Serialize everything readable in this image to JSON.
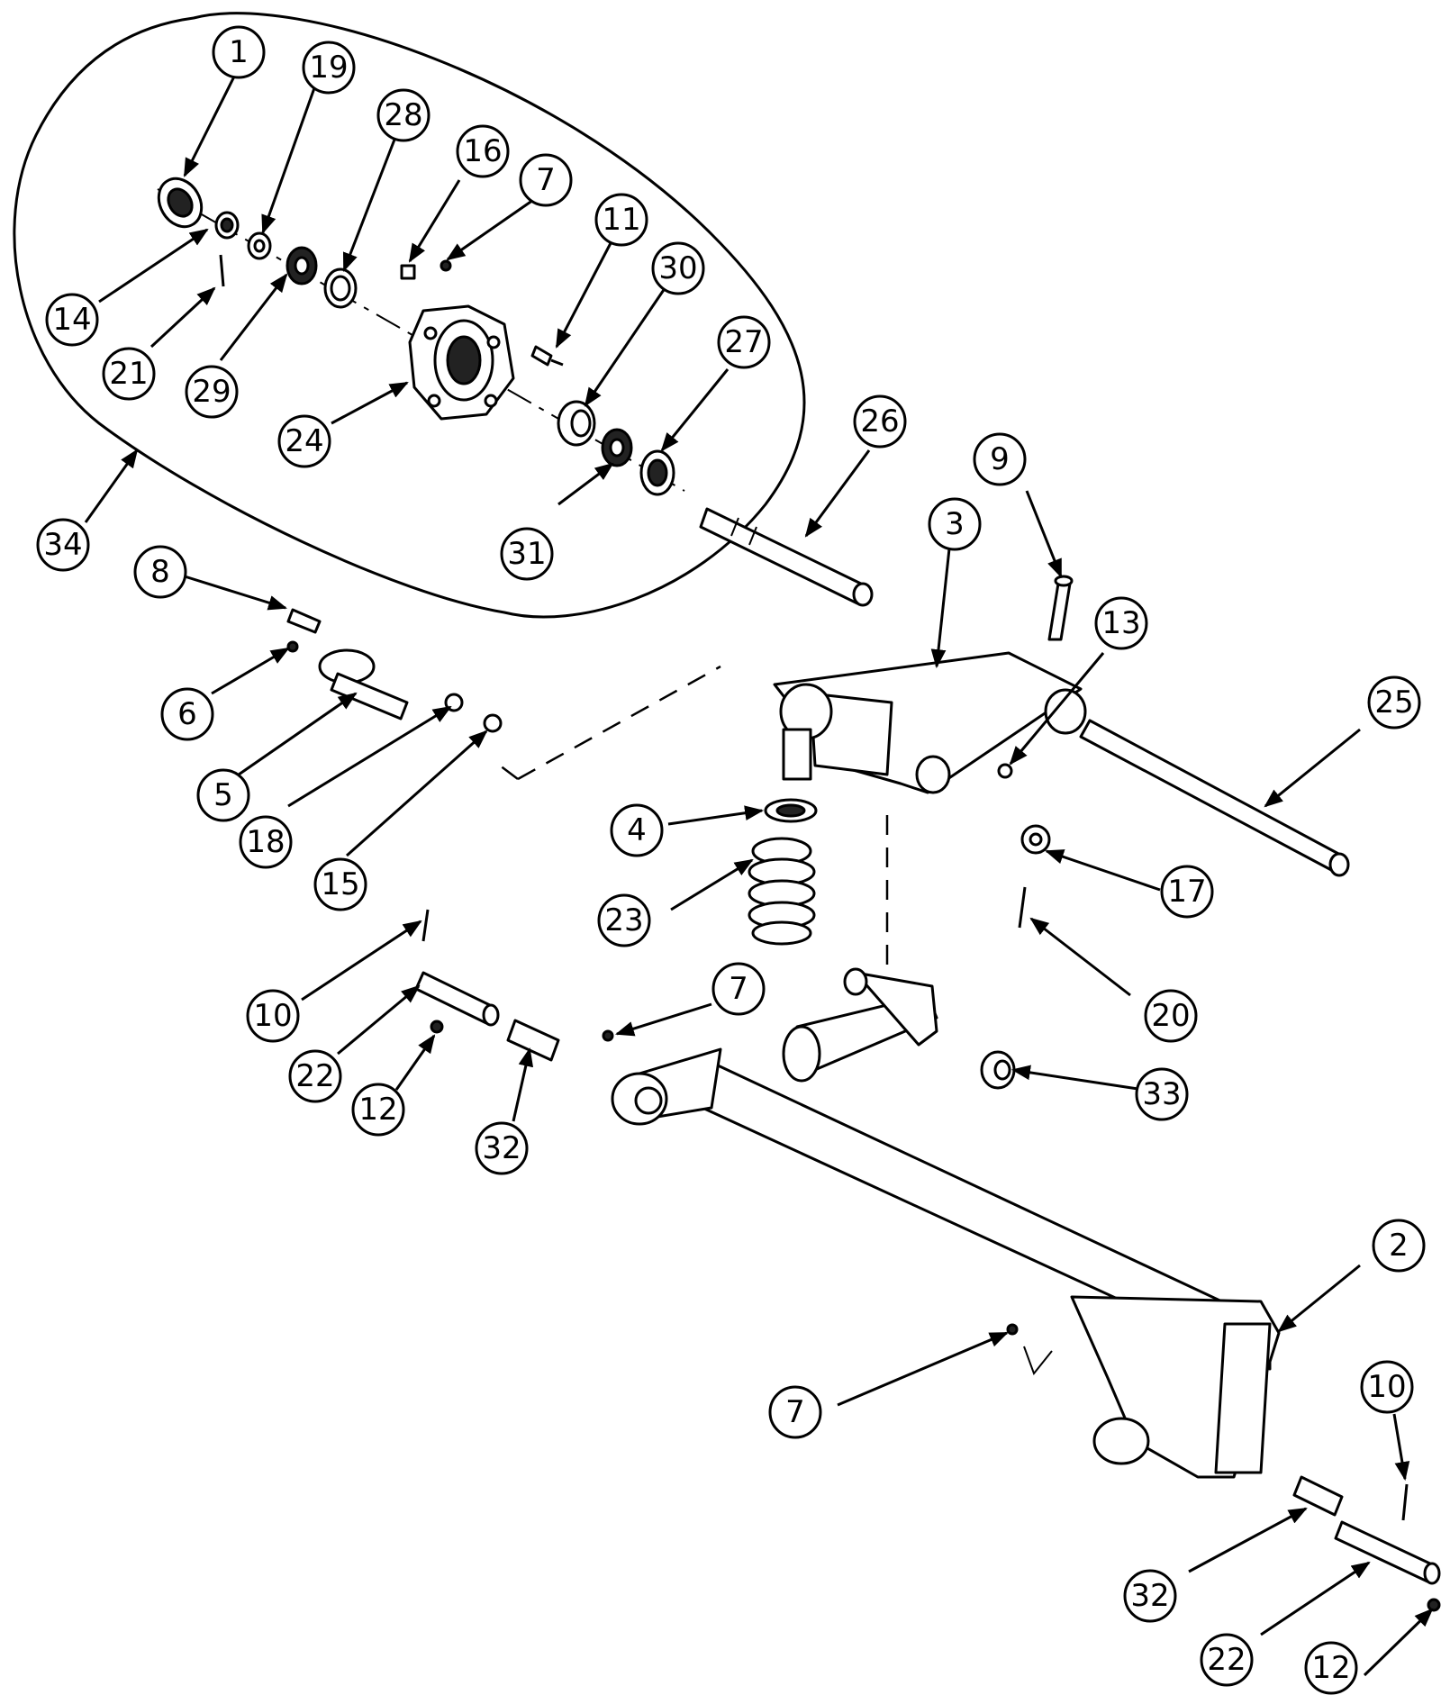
{
  "balloons": {
    "b1": "1",
    "b19": "19",
    "b28": "28",
    "b16": "16",
    "b7a": "7",
    "b11": "11",
    "b30": "30",
    "b27": "27",
    "b14": "14",
    "b21": "21",
    "b29": "29",
    "b24": "24",
    "b31": "31",
    "b34": "34",
    "b26": "26",
    "b9": "9",
    "b3": "3",
    "b13": "13",
    "b25": "25",
    "b8": "8",
    "b6": "6",
    "b5": "5",
    "b18": "18",
    "b15": "15",
    "b4": "4",
    "b23": "23",
    "b17": "17",
    "b20": "20",
    "b10a": "10",
    "b22a": "22",
    "b12a": "12",
    "b32a": "32",
    "b7b": "7",
    "b33": "33",
    "b2": "2",
    "b7c": "7",
    "b10b": "10",
    "b32b": "32",
    "b22b": "22",
    "b12b": "12"
  },
  "colors": {
    "line": "#000000",
    "background": "#ffffff"
  }
}
